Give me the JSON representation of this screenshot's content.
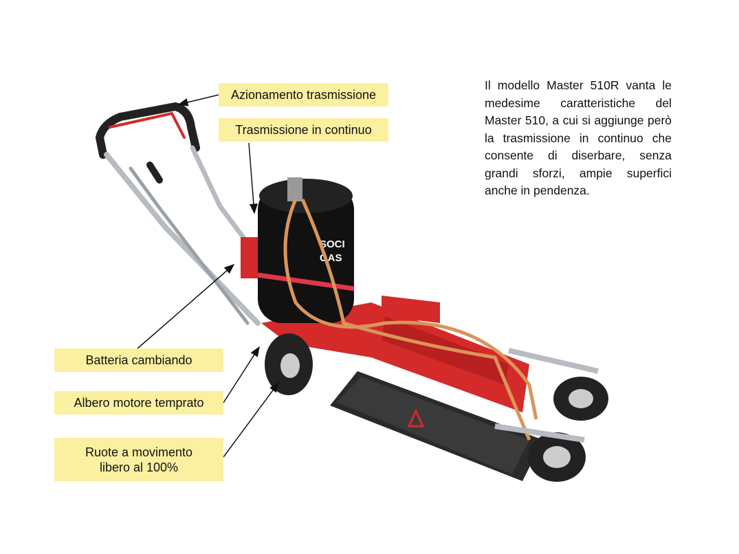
{
  "labels": {
    "azionamento": "Azionamento trasmissione",
    "trasmissione": "Trasmissione in continuo",
    "batteria": "Batteria cambiando",
    "albero": "Albero motore temprato",
    "ruote_line1": "Ruote a movimento",
    "ruote_line2": "libero al 100%"
  },
  "description": "Il modello Master 510R vanta le medesime caratteristiche del Master 510, a cui si aggiunge però la trasmissione in continuo che consente di diserbare, senza grandi sforzi, ampie superfici anche in pendenza.",
  "product_image": {
    "tank_brand": "SOCI GAS",
    "colors": {
      "frame": "#d42a2a",
      "tank": "#111111",
      "label_bg": "#fbf0a0",
      "hose": "#d9955a"
    }
  }
}
